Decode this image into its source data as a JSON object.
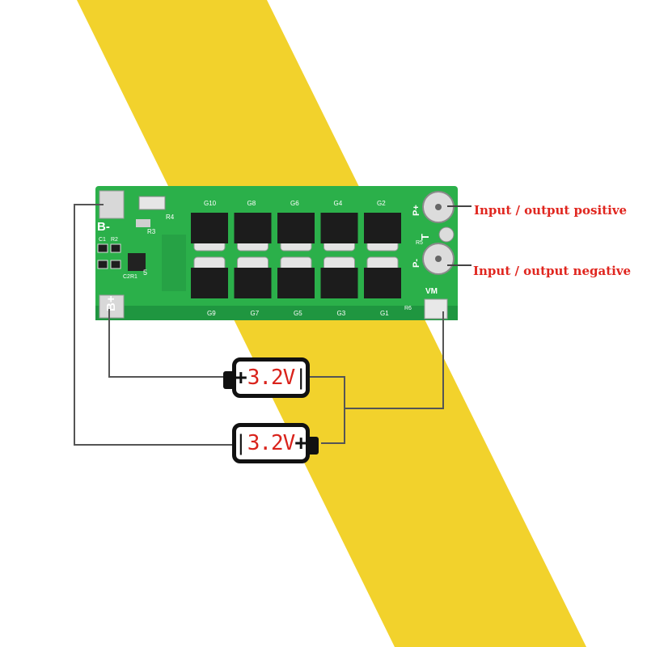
{
  "annotations": {
    "positive": "Input / output positive",
    "negative": "Input / output negative"
  },
  "board": {
    "pad_b_minus": "B-",
    "pad_b_plus": "B+",
    "pad_p_plus": "P+",
    "pad_p_minus": "P-",
    "pad_t": "T",
    "pad_vm": "VM",
    "refs": {
      "r4": "R4",
      "r3": "R3",
      "r2": "R2",
      "c1": "C1",
      "c2r1": "C2R1",
      "r5": "R5",
      "r6": "R6",
      "num5": "5"
    },
    "gates_top": [
      "G10",
      "G8",
      "G6",
      "G4",
      "G2"
    ],
    "gates_bottom": [
      "G9",
      "G7",
      "G5",
      "G3",
      "G1"
    ]
  },
  "batteries": [
    {
      "plus": "+",
      "voltage": "3.2V",
      "bar": "|"
    },
    {
      "bar": "|",
      "voltage": "3.2V",
      "plus": "+"
    }
  ],
  "colors": {
    "stripe": "#f2d22c",
    "pcb": "#2bb04a",
    "pcb_dark": "#1a8a3a",
    "wire": "#555555",
    "accent_red": "#e0261f"
  }
}
